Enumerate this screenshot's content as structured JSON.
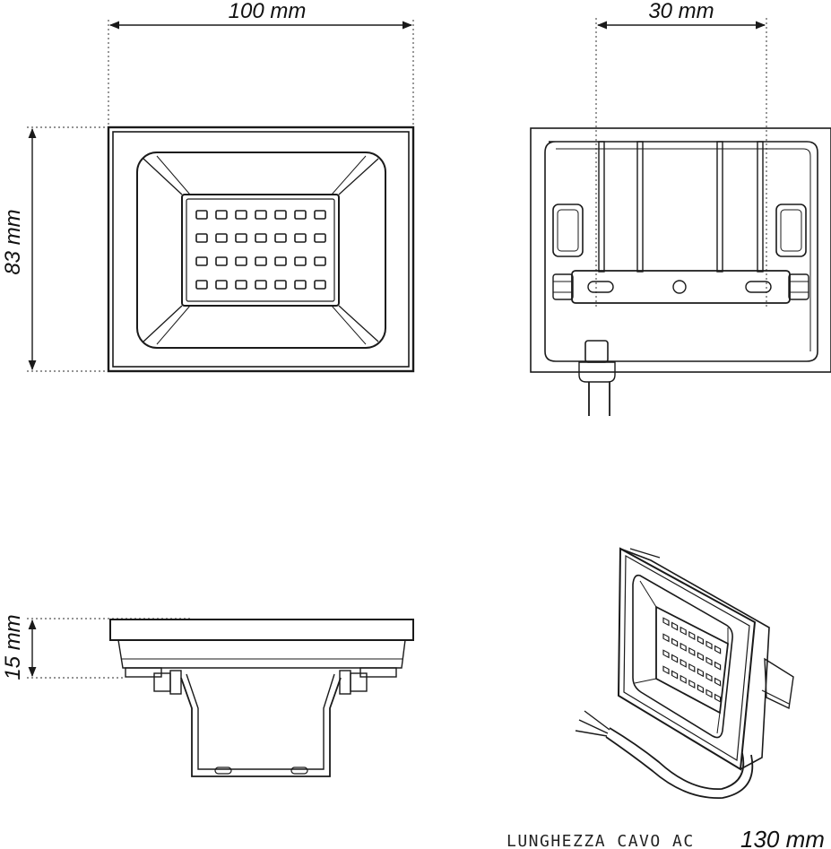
{
  "front_view": {
    "width_label": "100 mm",
    "height_label": "83 mm"
  },
  "back_view": {
    "bracket_label": "30 mm"
  },
  "side_view": {
    "depth_label": "15 mm"
  },
  "cable": {
    "label": "LUNGHEZZA CAVO AC",
    "value": "130 mm"
  },
  "colors": {
    "line": "#1a1a1a",
    "guide": "#555555",
    "background": "#ffffff"
  }
}
